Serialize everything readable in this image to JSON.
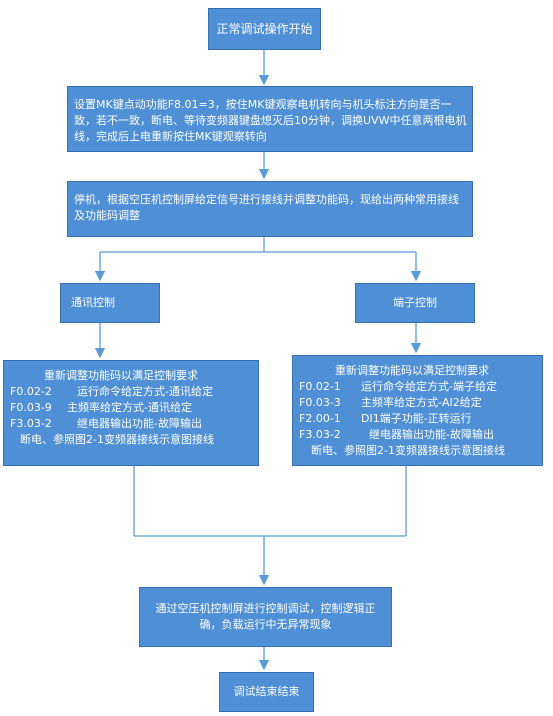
{
  "start": "正常调试操作开始",
  "step1": "设置MK键点动功能F8.01=3，按住MK键观察电机转向与机头标注方向是否一致，若不一致，断电、等待变频器键盘熄灭后10分钟，调换UVW中任意两根电机线，完成后上电重新按住MK键观察转向",
  "step2": "停机，根据空压机控制屏给定信号进行接线并调整功能码，现给出两种常用接线及功能码调整",
  "comm": {
    "title": "通讯控制",
    "heading": "重新调整功能码以满足控制要求",
    "rows": [
      {
        "code": "F0.02-2",
        "desc": "运行命令给定方式-通讯给定"
      },
      {
        "code": "F0.03-9",
        "desc": "主频率给定方式-通讯给定"
      },
      {
        "code": "F3.03-2",
        "desc": "继电器输出功能-故障输出"
      }
    ],
    "footer": "断电、参照图2-1变频器接线示意图接线"
  },
  "term": {
    "title": "端子控制",
    "heading": "重新调整功能码以满足控制要求",
    "rows": [
      {
        "code": "F0.02-1",
        "desc": "运行命令给定方式-端子给定"
      },
      {
        "code": "F0.03-3",
        "desc": "主频率给定方式-AI2给定"
      },
      {
        "code": "F2.00-1",
        "desc": "DI1端子功能-正转运行"
      },
      {
        "code": "F3.03-2",
        "desc": "继电器输出功能-故障输出"
      }
    ],
    "footer": "断电、参照图2-1变频器接线示意图接线"
  },
  "verify": "通过空压机控制屏进行控制调试，控制逻辑正确，负载运行中无异常现象",
  "end": "调试结束结束",
  "colors": {
    "box_fill": "#4f8fd6",
    "box_border": "#3a6fae",
    "arrow": "#5b9bd5",
    "text": "#ffffff"
  }
}
